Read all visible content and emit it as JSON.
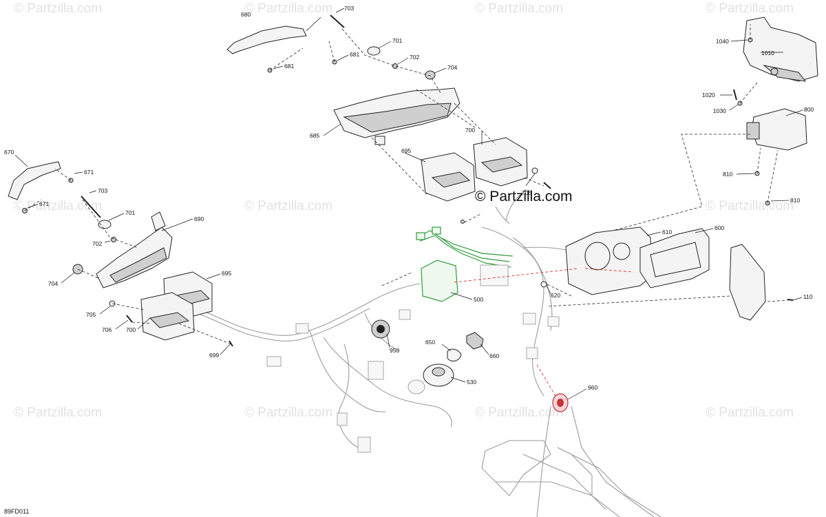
{
  "watermark": {
    "text": "© Partzilla.com",
    "main_text": "© Partzilla.com"
  },
  "diagram_code": "89FD011",
  "callouts": [
    {
      "id": "680",
      "label": "680"
    },
    {
      "id": "703a",
      "label": "703"
    },
    {
      "id": "701a",
      "label": "701"
    },
    {
      "id": "681a",
      "label": "681"
    },
    {
      "id": "702a",
      "label": "702"
    },
    {
      "id": "681b",
      "label": "681"
    },
    {
      "id": "704a",
      "label": "704"
    },
    {
      "id": "685",
      "label": "685"
    },
    {
      "id": "700a",
      "label": "700"
    },
    {
      "id": "695a",
      "label": "695"
    },
    {
      "id": "705a",
      "label": "705"
    },
    {
      "id": "1040",
      "label": "1040"
    },
    {
      "id": "1010",
      "label": "1010"
    },
    {
      "id": "1020",
      "label": "1020"
    },
    {
      "id": "1030",
      "label": "1030"
    },
    {
      "id": "800",
      "label": "800"
    },
    {
      "id": "810a",
      "label": "810"
    },
    {
      "id": "810b",
      "label": "810"
    },
    {
      "id": "670",
      "label": "670"
    },
    {
      "id": "671a",
      "label": "671"
    },
    {
      "id": "703b",
      "label": "703"
    },
    {
      "id": "671b",
      "label": "671"
    },
    {
      "id": "701b",
      "label": "701"
    },
    {
      "id": "690",
      "label": "690"
    },
    {
      "id": "702b",
      "label": "702"
    },
    {
      "id": "704b",
      "label": "704"
    },
    {
      "id": "695b",
      "label": "695"
    },
    {
      "id": "705b",
      "label": "705"
    },
    {
      "id": "706",
      "label": "706"
    },
    {
      "id": "700b",
      "label": "700"
    },
    {
      "id": "699",
      "label": "699"
    },
    {
      "id": "610",
      "label": "610"
    },
    {
      "id": "600",
      "label": "600"
    },
    {
      "id": "620",
      "label": "620"
    },
    {
      "id": "500",
      "label": "500"
    },
    {
      "id": "110",
      "label": "110"
    },
    {
      "id": "950",
      "label": "950"
    },
    {
      "id": "650",
      "label": "650"
    },
    {
      "id": "660",
      "label": "660"
    },
    {
      "id": "530",
      "label": "530"
    },
    {
      "id": "960",
      "label": "960"
    }
  ]
}
